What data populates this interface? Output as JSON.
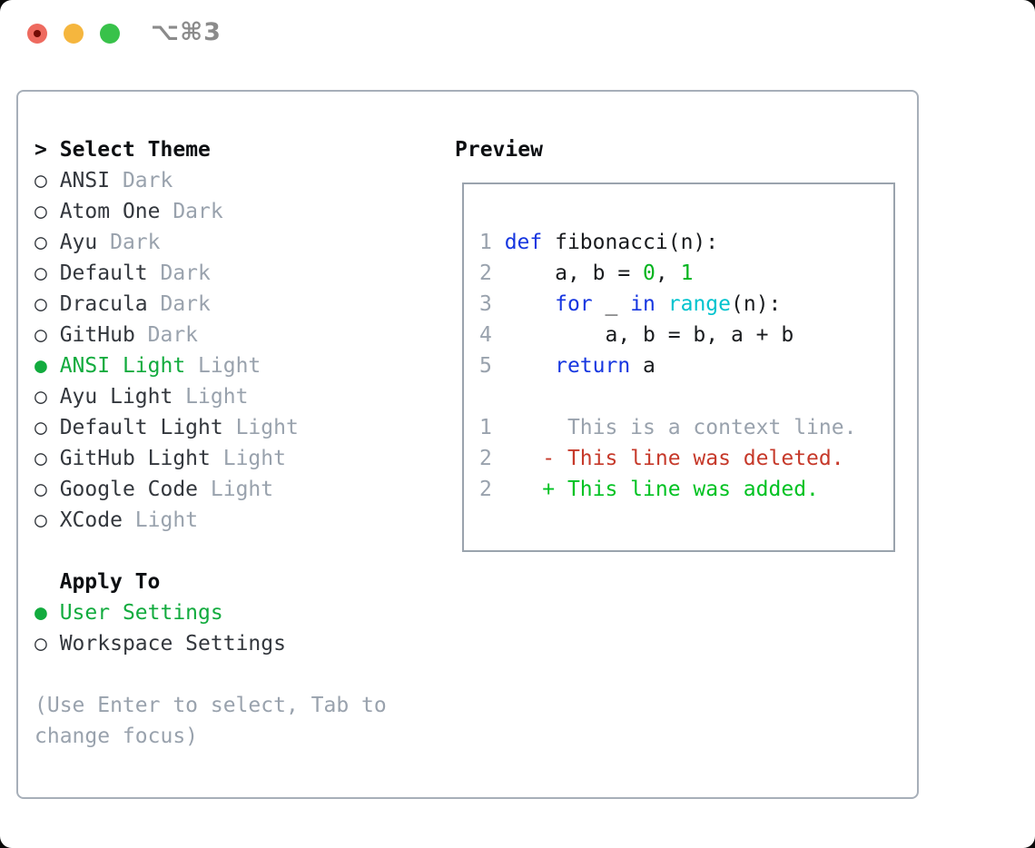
{
  "window": {
    "shortcut_label": "⌥⌘3"
  },
  "theme_panel": {
    "prompt": ">",
    "title": "Select Theme",
    "unselected_marker": "○",
    "selected_marker": "●",
    "items": [
      {
        "name": "ANSI",
        "variant": "Dark",
        "selected": false
      },
      {
        "name": "Atom One",
        "variant": "Dark",
        "selected": false
      },
      {
        "name": "Ayu",
        "variant": "Dark",
        "selected": false
      },
      {
        "name": "Default",
        "variant": "Dark",
        "selected": false
      },
      {
        "name": "Dracula",
        "variant": "Dark",
        "selected": false
      },
      {
        "name": "GitHub",
        "variant": "Dark",
        "selected": false
      },
      {
        "name": "ANSI Light",
        "variant": "Light",
        "selected": true
      },
      {
        "name": "Ayu Light",
        "variant": "Light",
        "selected": false
      },
      {
        "name": "Default Light",
        "variant": "Light",
        "selected": false
      },
      {
        "name": "GitHub Light",
        "variant": "Light",
        "selected": false
      },
      {
        "name": "Google Code",
        "variant": "Light",
        "selected": false
      },
      {
        "name": "XCode",
        "variant": "Light",
        "selected": false
      }
    ],
    "apply_to": {
      "title": "Apply To",
      "options": [
        {
          "label": "User Settings",
          "selected": true
        },
        {
          "label": "Workspace Settings",
          "selected": false
        }
      ]
    },
    "help": [
      "(Use Enter to select, Tab to",
      "change focus)"
    ]
  },
  "preview": {
    "title": "Preview",
    "code_lines": [
      {
        "num": "1",
        "segments": [
          [
            "def",
            "kw"
          ],
          [
            " fibonacci(n):",
            "p"
          ]
        ]
      },
      {
        "num": "2",
        "segments": [
          [
            "    a, b = ",
            "p"
          ],
          [
            "0",
            "num"
          ],
          [
            ", ",
            "p"
          ],
          [
            "1",
            "num"
          ]
        ]
      },
      {
        "num": "3",
        "segments": [
          [
            "    ",
            "p"
          ],
          [
            "for",
            "kw"
          ],
          [
            " _ ",
            "p"
          ],
          [
            "in",
            "kw"
          ],
          [
            " ",
            "p"
          ],
          [
            "range",
            "cy"
          ],
          [
            "(n):",
            "p"
          ]
        ]
      },
      {
        "num": "4",
        "segments": [
          [
            "        a, b = b, a + b",
            "p"
          ]
        ]
      },
      {
        "num": "5",
        "segments": [
          [
            "    ",
            "p"
          ],
          [
            "return",
            "kw"
          ],
          [
            " a",
            "p"
          ]
        ]
      }
    ],
    "diff_lines": [
      {
        "num": "1",
        "segments": [
          [
            "     This is a context line.",
            "ctx"
          ]
        ]
      },
      {
        "num": "2",
        "segments": [
          [
            "   ",
            "p"
          ],
          [
            "- This line was deleted.",
            "del"
          ]
        ]
      },
      {
        "num": "2",
        "segments": [
          [
            "   ",
            "p"
          ],
          [
            "+ This line was added.",
            "add"
          ]
        ]
      }
    ]
  },
  "colors": {
    "selection_green": "#12ab3e",
    "added_green": "#00c222",
    "number_green": "#00b41e",
    "deleted_red": "#c6392a",
    "keyword_blue": "#1636e0",
    "builtin_cyan": "#00c3ce",
    "muted_gray": "#99a2ad",
    "panel_border": "#a7afb9",
    "preview_border": "#9aa3ad",
    "traffic_red": "#ee6a5f",
    "traffic_yellow": "#f5b63e",
    "traffic_green": "#38c24a"
  }
}
